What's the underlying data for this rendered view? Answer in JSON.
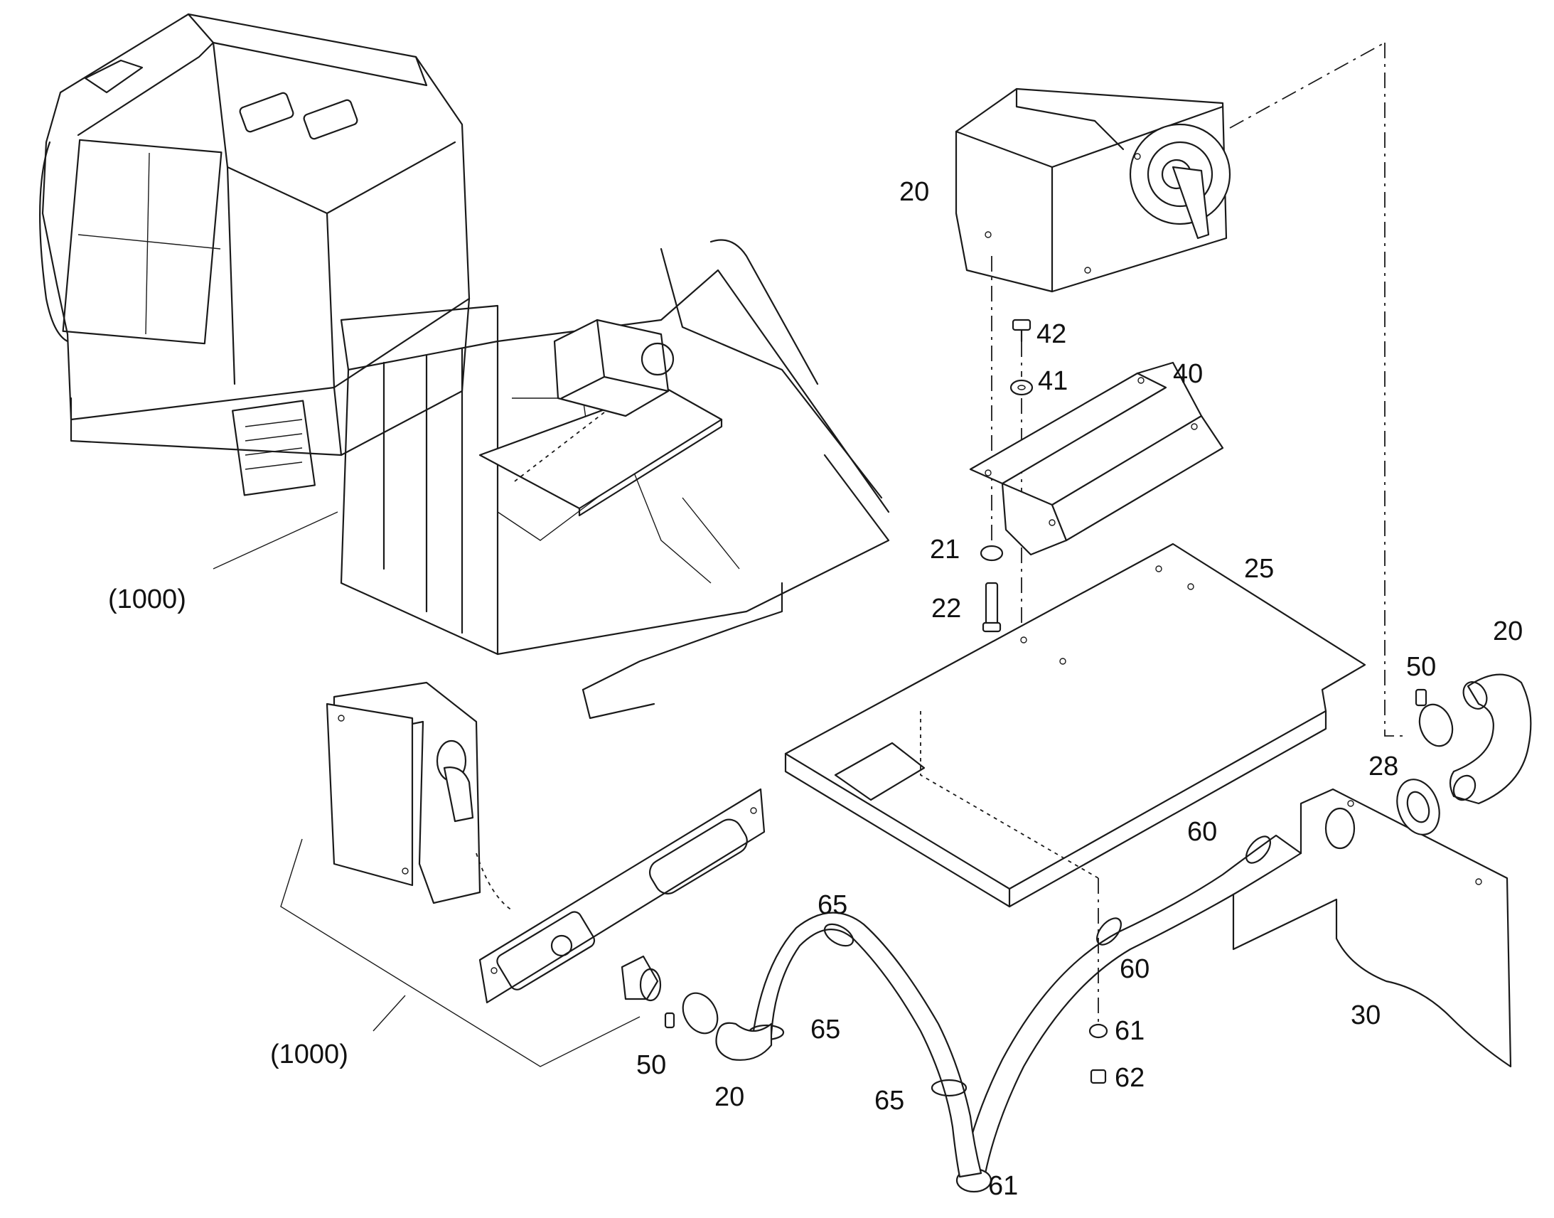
{
  "labels": {
    "l1000_top": "(1000)",
    "l1000_bottom": "(1000)",
    "l20_heater": "20",
    "l20_right": "20",
    "l20_bottom": "20",
    "l42": "42",
    "l41": "41",
    "l40": "40",
    "l21": "21",
    "l22": "22",
    "l25": "25",
    "l50_right": "50",
    "l50_bottom": "50",
    "l28": "28",
    "l60_top": "60",
    "l60_mid": "60",
    "l61_right": "61",
    "l61_bottom": "61",
    "l62": "62",
    "l65_top": "65",
    "l65_mid": "65",
    "l65_bottom": "65",
    "l30": "30"
  }
}
